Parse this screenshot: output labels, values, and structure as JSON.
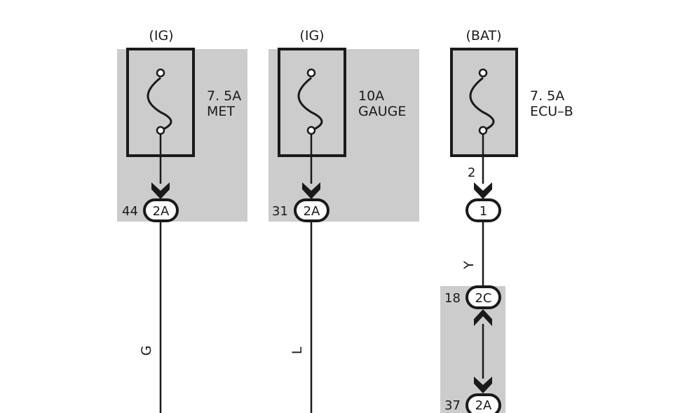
{
  "fuses": [
    {
      "source": "(IG)",
      "rating": "7. 5A",
      "name": "MET",
      "wire_color": "G",
      "connector": {
        "pin": "44",
        "id": "2A"
      }
    },
    {
      "source": "(IG)",
      "rating": "10A",
      "name": "GAUGE",
      "wire_color": "L",
      "connector": {
        "pin": "31",
        "id": "2A"
      }
    },
    {
      "source": "(BAT)",
      "rating": "7. 5A",
      "name": "ECU–B",
      "wire_color": "Y",
      "pin": "2",
      "connector": {
        "id": "1"
      },
      "junction_top": {
        "pin": "18",
        "id": "2C"
      },
      "junction_bottom": {
        "pin": "37",
        "id": "2A"
      }
    }
  ],
  "colors": {
    "shade": "#cccccc",
    "line": "#1a1a1a",
    "background": "#ffffff"
  }
}
